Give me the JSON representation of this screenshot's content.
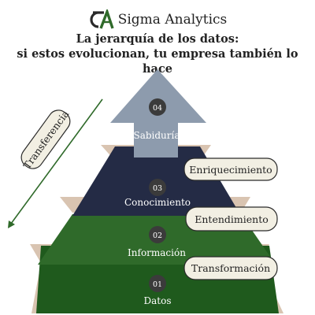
{
  "brand": {
    "name": "Sigma Analytics",
    "logo_icon": "sigma-a-logo-icon"
  },
  "headline": {
    "line1": "La jerarquía de los datos:",
    "line2": "si estos evolucionan, tu empresa también lo hace"
  },
  "side_label": "Transferencia",
  "levels": [
    {
      "number": "04",
      "name": "Sabiduría"
    },
    {
      "number": "03",
      "name": "Conocimiento"
    },
    {
      "number": "02",
      "name": "Información"
    },
    {
      "number": "01",
      "name": "Datos"
    }
  ],
  "transitions": [
    "Enriquecimiento",
    "Entendimiento",
    "Transformación"
  ],
  "colors": {
    "top_tier": "#8d9bad",
    "knowledge_tier": "#242b45",
    "information_tier": "#2f6a2a",
    "data_tier": "#1f5a1d",
    "ledge": "#d9c4b1",
    "label_fill": "#f2efe3",
    "label_stroke": "#2a2a2a",
    "badge": "#3b3b3b",
    "arrow": "#2f6a2a"
  }
}
